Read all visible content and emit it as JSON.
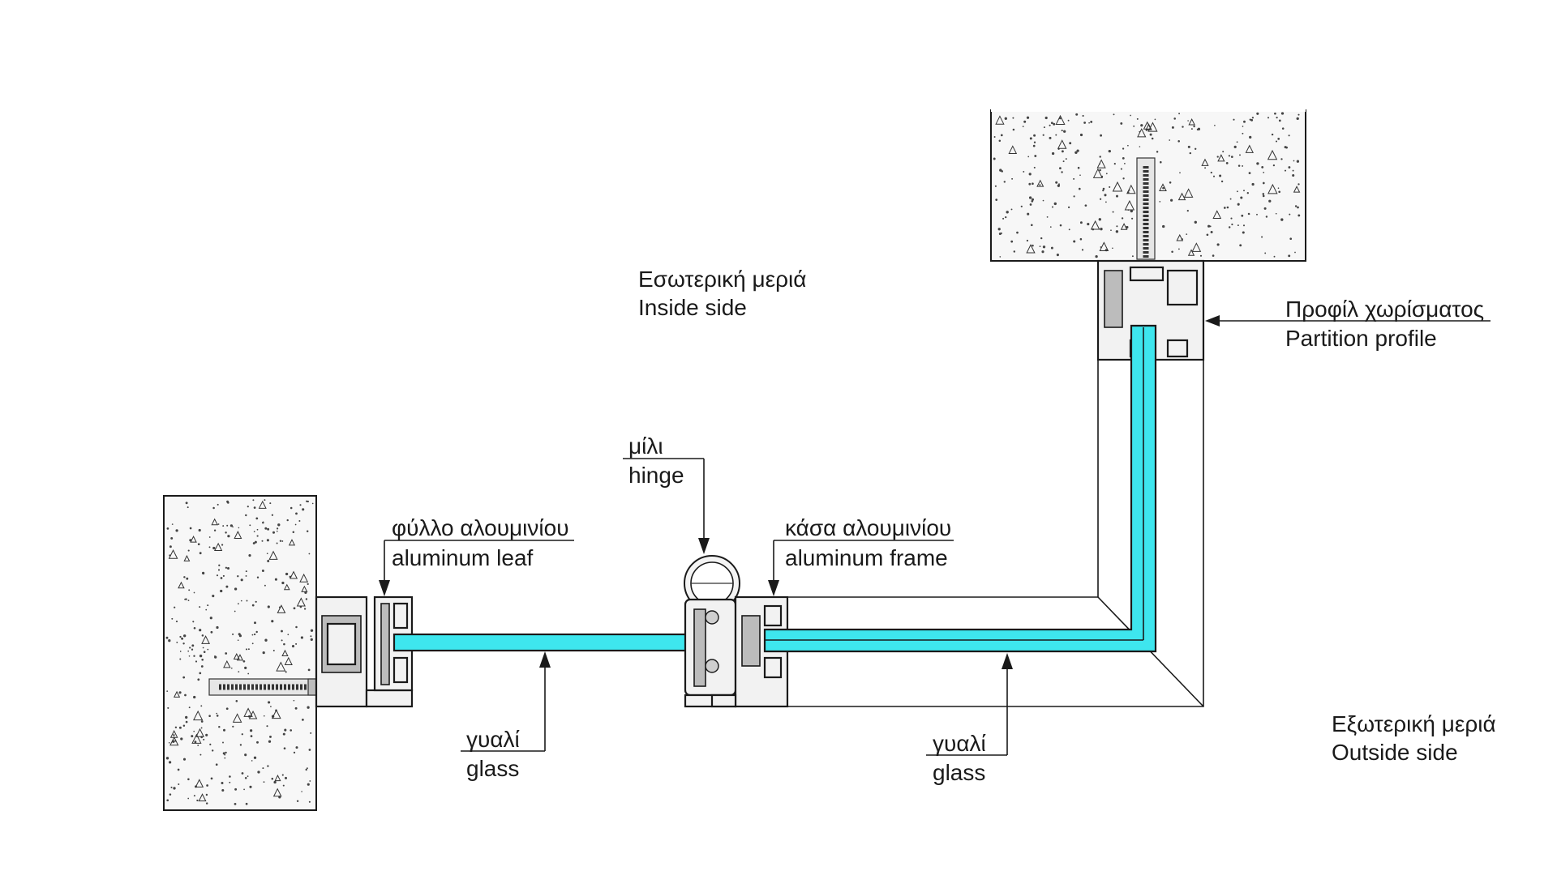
{
  "labels": {
    "inside_gr": "Εσωτερική μεριά",
    "inside_en": "Inside side",
    "outside_gr": "Εξωτερική μεριά",
    "outside_en": "Outside side",
    "partition_gr": "Προφίλ χωρίσματος",
    "partition_en": "Partition profile",
    "hinge_gr": "μίλι",
    "hinge_en": "hinge",
    "leaf_gr": "φύλλο αλουμινίου",
    "leaf_en": "aluminum leaf",
    "frame_gr": "κάσα αλουμινίου",
    "frame_en": "aluminum frame",
    "glass1_gr": "γυαλί",
    "glass1_en": "glass",
    "glass2_gr": "γυαλί",
    "glass2_en": "glass"
  },
  "colors": {
    "glass": "#3ee6ee",
    "profile": "#f2f2f2",
    "concrete": "#f7f7f7",
    "line": "#1a1a1a"
  }
}
